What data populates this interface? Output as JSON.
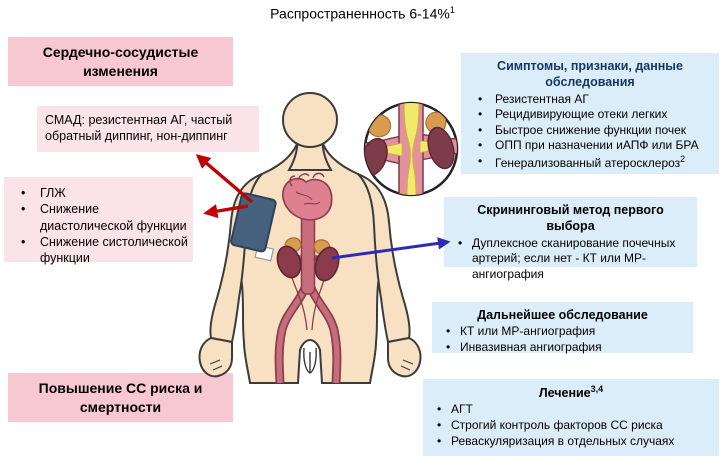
{
  "title": {
    "text": "Распространенность 6-14%",
    "sup": "1"
  },
  "left_column": {
    "cardio_box": {
      "label": "Сердечно-сосудистые изменения"
    },
    "smad_box": {
      "text": "СМАД: резистентная АГ, частый обратный диппинг, нон-диппинг"
    },
    "lvh_box": {
      "items": [
        "ГЛЖ",
        "Снижение диастолической функции",
        "Снижение систолической функции"
      ]
    },
    "risk_box": {
      "label": "Повышение СС риска и смертности"
    }
  },
  "right_column": {
    "symptoms_box": {
      "title": "Симптомы, признаки, данные обследования",
      "items": [
        "Резистентная АГ",
        "Рецидивирующие отеки легких",
        "Быстрое снижение функции почек",
        "ОПП при назначении иАПФ или БРА"
      ],
      "last_item": {
        "text": "Генерализованный атеросклероз",
        "sup": "2"
      }
    },
    "screening_box": {
      "title": "Скрининговый метод первого выбора",
      "items": [
        "Дуплексное сканирование почечных артерий; если нет - КТ или МР-ангиография"
      ]
    },
    "workup_box": {
      "title": "Дальнейшее обследование",
      "items": [
        "КТ или МР-ангиография",
        "Инвазивная ангиография"
      ]
    },
    "treatment_box": {
      "title": "Лечение",
      "title_sup": "3,4",
      "items": [
        "АГТ",
        "Строгий контроль факторов СС риска",
        "Реваскуляризация в отдельных случаях"
      ]
    }
  },
  "figure": {
    "description": "человек с сердцем, аортой и почками; манжета АД; врезка: стеноз почечных артерий",
    "colors": {
      "pink_box": "#F8C8D2",
      "pink_box_light": "#FBE4E9",
      "blue_box": "#DBEDF9",
      "navy_header": "#17365D",
      "red_arrow": "#C00000",
      "blue_arrow": "#2B2BB8",
      "skin": "#F8E0C3",
      "cuff": "#47627E",
      "kidney": "#8C3B4D",
      "artery": "#C76D7B",
      "plaque": "#F2E96B",
      "adrenal": "#D89B50"
    }
  }
}
